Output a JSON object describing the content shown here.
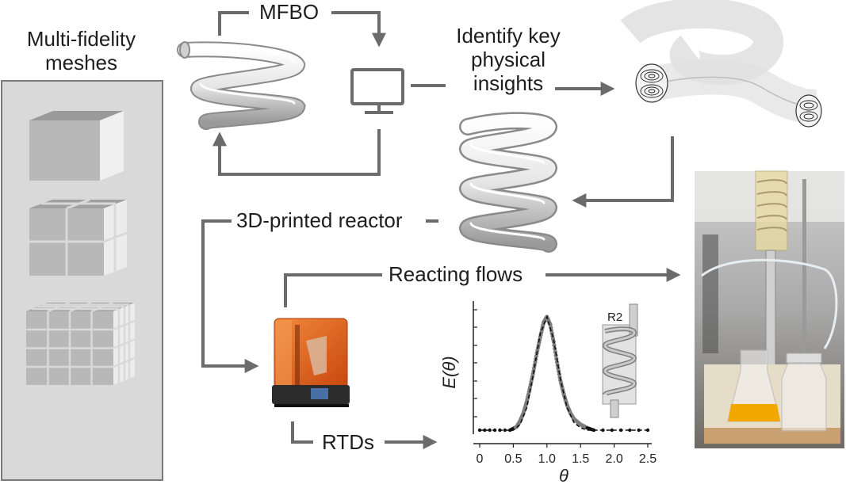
{
  "labels": {
    "meshes_line1": "Multi-fidelity",
    "meshes_line2": "meshes",
    "mfbo": "MFBO",
    "insights_line1": "Identify key",
    "insights_line2": "physical",
    "insights_line3": "insights",
    "printed_reactor": "3D-printed reactor",
    "reacting_flows": "Reacting flows",
    "rtds": "RTDs"
  },
  "colors": {
    "arrow": "#6b6b6b",
    "mesh_panel": "#d9d9d9",
    "printer_orange": "#e8621f",
    "liquid": "#f2a800"
  },
  "icons": {
    "monitor": "monitor-icon",
    "printer": "3d-printer-icon"
  },
  "chart_data": {
    "type": "line",
    "xlabel": "θ",
    "ylabel": "E(θ)",
    "x_ticks": [
      "0",
      "0.5",
      "1.0",
      "1.5",
      "2.0",
      "2.5"
    ],
    "xlim": [
      0,
      2.5
    ],
    "inset_label": "R2",
    "series": [
      {
        "style": "dashed",
        "x": [
          0,
          0.5,
          0.6,
          0.7,
          0.8,
          0.9,
          1.0,
          1.1,
          1.2,
          1.3,
          1.4,
          1.5,
          1.6,
          2.5
        ],
        "y": [
          0,
          0.0,
          0.05,
          0.2,
          0.5,
          0.85,
          1.0,
          0.8,
          0.45,
          0.2,
          0.07,
          0.02,
          0.0,
          0
        ]
      },
      {
        "style": "markers",
        "x": [
          0,
          0.45,
          0.55,
          0.6,
          0.65,
          0.7,
          0.75,
          0.8,
          0.85,
          0.9,
          0.95,
          1.0,
          1.05,
          1.1,
          1.15,
          1.2,
          1.25,
          1.3,
          1.35,
          1.4,
          1.5,
          1.6,
          1.7,
          2.5
        ],
        "y": [
          0,
          0.0,
          0.03,
          0.08,
          0.15,
          0.25,
          0.38,
          0.52,
          0.68,
          0.82,
          0.95,
          1.0,
          0.93,
          0.78,
          0.6,
          0.44,
          0.32,
          0.22,
          0.15,
          0.1,
          0.05,
          0.02,
          0.0,
          0
        ]
      }
    ]
  }
}
